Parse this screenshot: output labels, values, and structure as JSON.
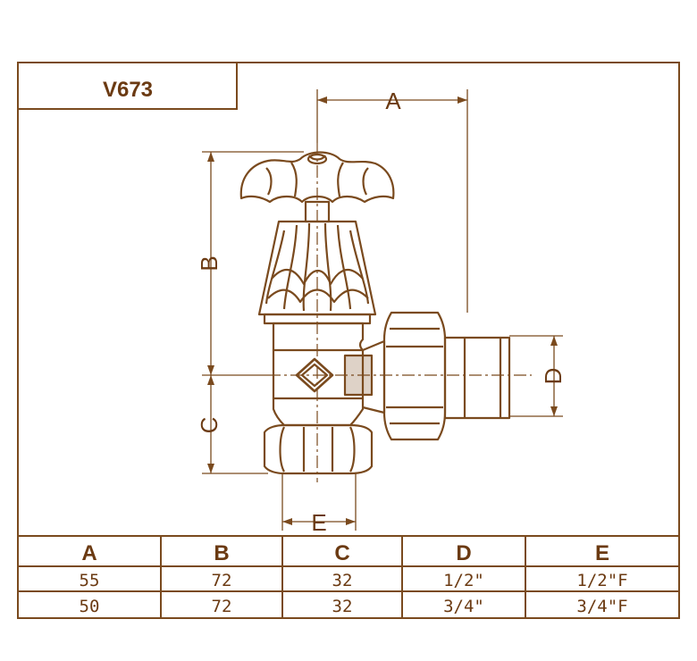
{
  "title": "V673",
  "colors": {
    "ink": "#6b3a12",
    "outline": "#7a4a1e",
    "paper": "#ffffff"
  },
  "dimension_labels": {
    "a": "A",
    "b": "B",
    "c": "C",
    "d": "D",
    "e": "E"
  },
  "table": {
    "headers": [
      "A",
      "B",
      "C",
      "D",
      "E"
    ],
    "rows": [
      [
        "55",
        "72",
        "32",
        "1/2\"",
        "1/2\"F"
      ],
      [
        "50",
        "72",
        "32",
        "3/4\"",
        "3/4\"F"
      ]
    ]
  }
}
